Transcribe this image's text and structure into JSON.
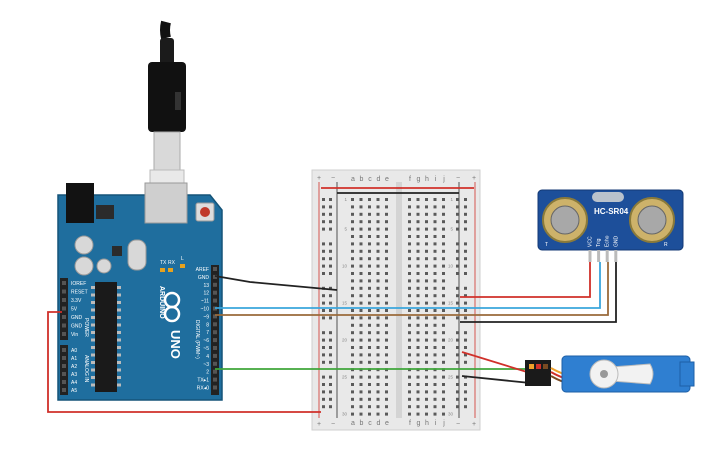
{
  "arduino": {
    "model": "UNO",
    "brand": "ARDUINO",
    "power_header_label": "POWER",
    "analog_header_label": "ANALOG IN",
    "digital_header_label": "DIGITAL (PWM~)",
    "led_tx": "TX",
    "led_rx": "RX",
    "led_l": "L",
    "left_pins": [
      "IOREF",
      "RESET",
      "3.3V",
      "5V",
      "GND",
      "GND",
      "Vin"
    ],
    "analog_pins": [
      "A0",
      "A1",
      "A2",
      "A3",
      "A4",
      "A5"
    ],
    "digital_pins": [
      "AREF",
      "GND",
      "13",
      "12",
      "~11",
      "~10",
      "~9",
      "8",
      "7",
      "~6",
      "~5",
      "4",
      "~3",
      "2",
      "TX▸1",
      "RX◂0"
    ]
  },
  "breadboard": {
    "col_letters_left": [
      "a",
      "b",
      "c",
      "d",
      "e"
    ],
    "col_letters_right": [
      "f",
      "g",
      "h",
      "i",
      "j"
    ],
    "plus": "+",
    "minus": "−",
    "row_numbers": [
      "1",
      "5",
      "10",
      "15",
      "20",
      "25",
      "30"
    ]
  },
  "sensor": {
    "name": "HC-SR04",
    "left_mark": "T",
    "right_mark": "R",
    "pins": [
      "VCC",
      "Trig",
      "Echo",
      "GND"
    ]
  },
  "servo": {
    "name": "servo"
  },
  "colors": {
    "board": "#1f6e9e",
    "wire_red": "#d0302a",
    "wire_black": "#222222",
    "wire_blue": "#3aa6dc",
    "wire_brown": "#9a6a3a",
    "wire_green": "#3fa63a",
    "servo_blue": "#2f7fd1"
  }
}
